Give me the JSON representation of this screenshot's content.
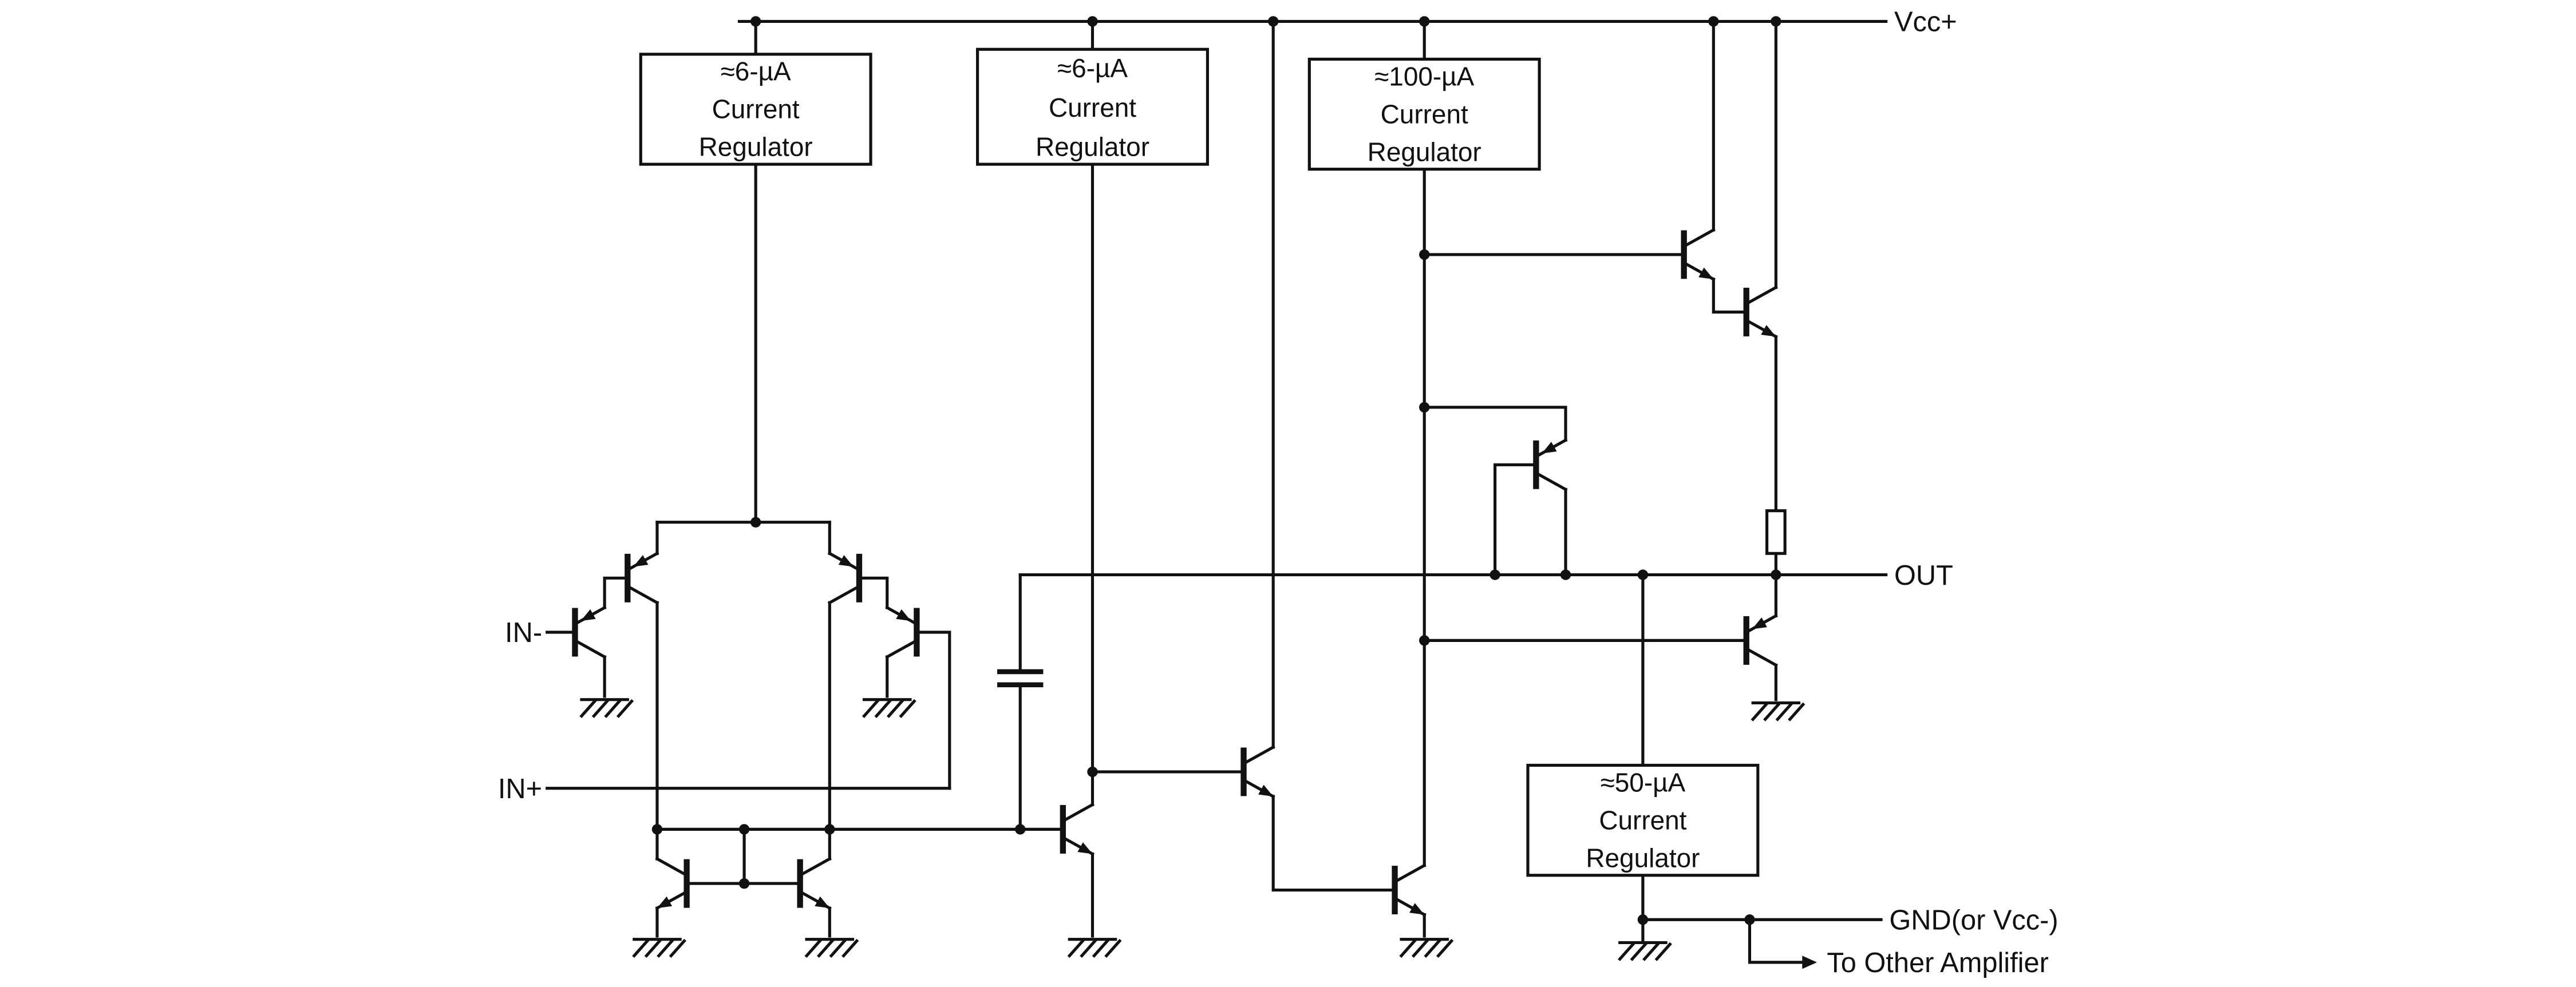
{
  "colors": {
    "line": "#111111",
    "background": "#ffffff"
  },
  "ports": {
    "vcc": "Vcc+",
    "in_minus": "IN-",
    "in_plus": "IN+",
    "out": "OUT",
    "gnd": "GND(or Vcc-)",
    "other_amplifier": "To Other Amplifier"
  },
  "regulators": [
    {
      "lines": [
        "≈6-µA",
        "Current",
        "Regulator"
      ]
    },
    {
      "lines": [
        "≈6-µA",
        "Current",
        "Regulator"
      ]
    },
    {
      "lines": [
        "≈100-µA",
        "Current",
        "Regulator"
      ]
    },
    {
      "lines": [
        "≈50-µA",
        "Current",
        "Regulator"
      ]
    }
  ]
}
